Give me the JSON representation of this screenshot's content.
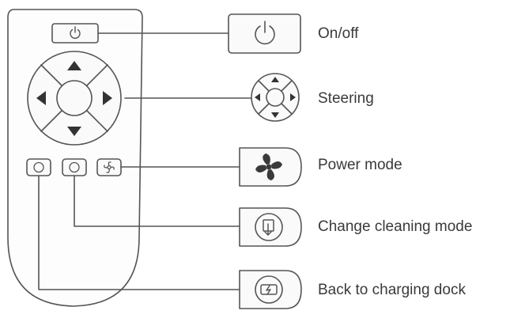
{
  "functions": [
    {
      "label": "On/off",
      "icon": "power-icon"
    },
    {
      "label": "Steering",
      "icon": "direction-pad-icon"
    },
    {
      "label": "Power mode",
      "icon": "fan-icon"
    },
    {
      "label": "Change cleaning mode",
      "icon": "cleaning-mode-icon"
    },
    {
      "label": "Back to charging dock",
      "icon": "charging-dock-icon"
    }
  ],
  "colors": {
    "stroke": "#4a4a4a",
    "light_stroke": "#9a9a9a",
    "fill": "#fafafa",
    "text": "#3a3a3a"
  }
}
